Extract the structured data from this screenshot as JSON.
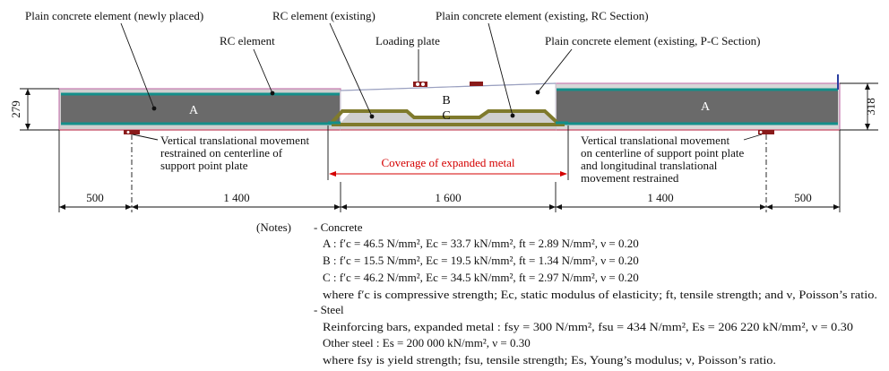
{
  "callouts": {
    "plain_new": "Plain concrete element (newly placed)",
    "rc_existing": "RC element (existing)",
    "plain_existing_rc": "Plain concrete element (existing, RC Section)",
    "rc_element": "RC element",
    "loading_plate": "Loading plate",
    "plain_existing_pc": "Plain concrete element (existing, P-C Section)"
  },
  "regions": {
    "a_left": "A",
    "b": "B",
    "c": "C",
    "a_right": "A"
  },
  "heights": {
    "left": "279",
    "right": "318"
  },
  "support_left": [
    "Vertical translational movement",
    "restrained on centerline of",
    "support point plate"
  ],
  "support_right": [
    "Vertical translational movement",
    "on centerline of support point plate",
    "and longitudinal translational",
    "movement restrained"
  ],
  "coverage": "Coverage of expanded metal",
  "dimensions": [
    "500",
    "1 400",
    "1 600",
    "1 400",
    "500"
  ],
  "notes": {
    "heading": "(Notes)",
    "concrete_heading": "- Concrete",
    "A": "A : f′c = 46.5 N/mm², Ec = 33.7 kN/mm², ft = 2.89 N/mm², ν = 0.20",
    "B": "B : f′c = 15.5 N/mm², Ec = 19.5 kN/mm², ft = 1.34 N/mm², ν = 0.20",
    "C": "C : f′c = 46.2 N/mm², Ec = 34.5 kN/mm², ft = 2.97 N/mm², ν = 0.20",
    "concrete_where": "where f′c is compressive strength; Ec, static modulus of elasticity; ft, tensile strength; and ν, Poisson’s ratio.",
    "steel_heading": "- Steel",
    "rebar": "Reinforcing bars, expanded metal : fsy = 300 N/mm², fsu = 434 N/mm², Es = 206 220 kN/mm², ν = 0.30",
    "other": "Other steel : Es = 200 000 kN/mm², ν = 0.30",
    "steel_where": "where fsy is yield strength; fsu, tensile strength; Es, Young’s modulus; ν, Poisson’s ratio."
  }
}
